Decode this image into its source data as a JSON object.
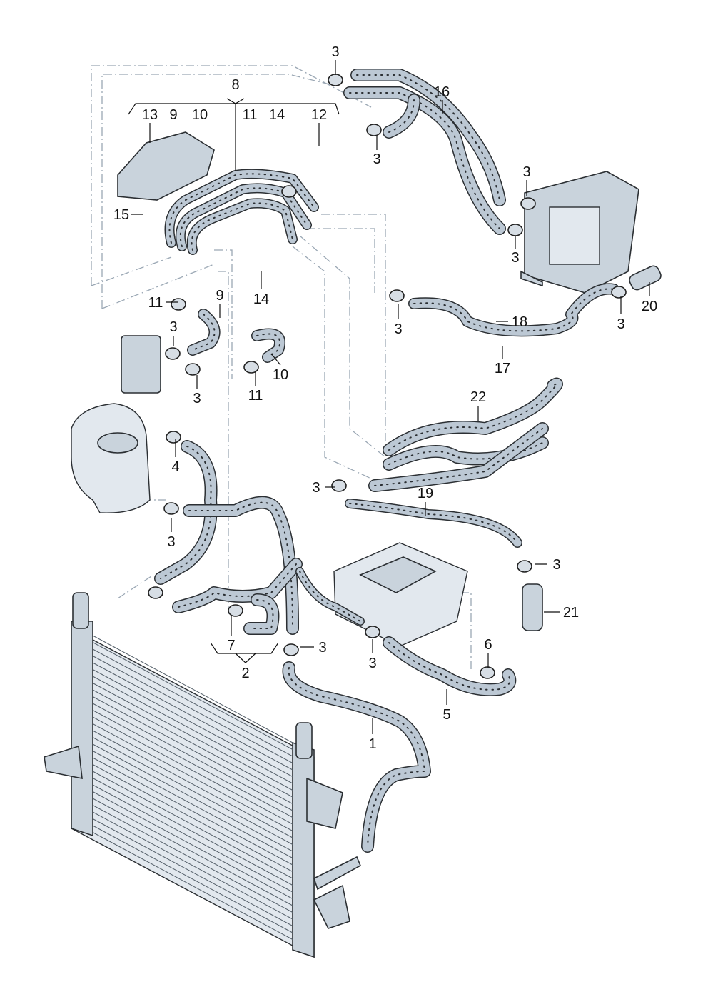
{
  "diagram": {
    "title": "Coolant hoses and pipes - parts diagram",
    "callouts": [
      "3",
      "16",
      "8",
      "13",
      "9",
      "10",
      "11",
      "14",
      "12",
      "3",
      "3",
      "15",
      "3",
      "9",
      "11",
      "14",
      "3",
      "18",
      "3",
      "20",
      "3",
      "17",
      "10",
      "11",
      "3",
      "22",
      "4",
      "3",
      "19",
      "3",
      "3",
      "21",
      "7",
      "2",
      "3",
      "3",
      "6",
      "5",
      "1"
    ]
  },
  "colors": {
    "hose_fill": "#bcc8d4",
    "outline": "#2b2f33",
    "leader": "#9aa7b4"
  }
}
